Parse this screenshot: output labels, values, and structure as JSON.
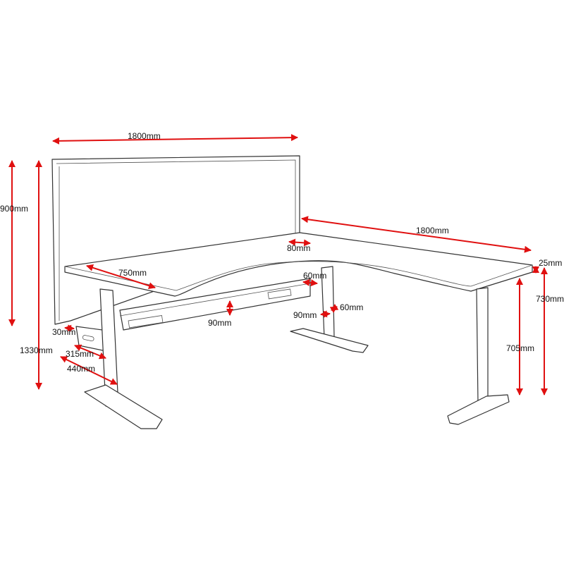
{
  "dimensions": {
    "screen_width": "1800mm",
    "screen_height": "900mm",
    "total_height": "1330mm",
    "return_length": "1800mm",
    "cable_port": "80mm",
    "top_thickness": "25mm",
    "desk_depth": "750mm",
    "beam_offset": "60mm",
    "desk_height": "730mm",
    "leg_height": "705mm",
    "screen_gap": "30mm",
    "beam_height": "90mm",
    "leg_width": "90mm",
    "leg_depth": "60mm",
    "tray_depth": "315mm",
    "foot_depth": "440mm"
  },
  "colors": {
    "dimension_arrows": "#e01010",
    "linework": "#333333"
  }
}
